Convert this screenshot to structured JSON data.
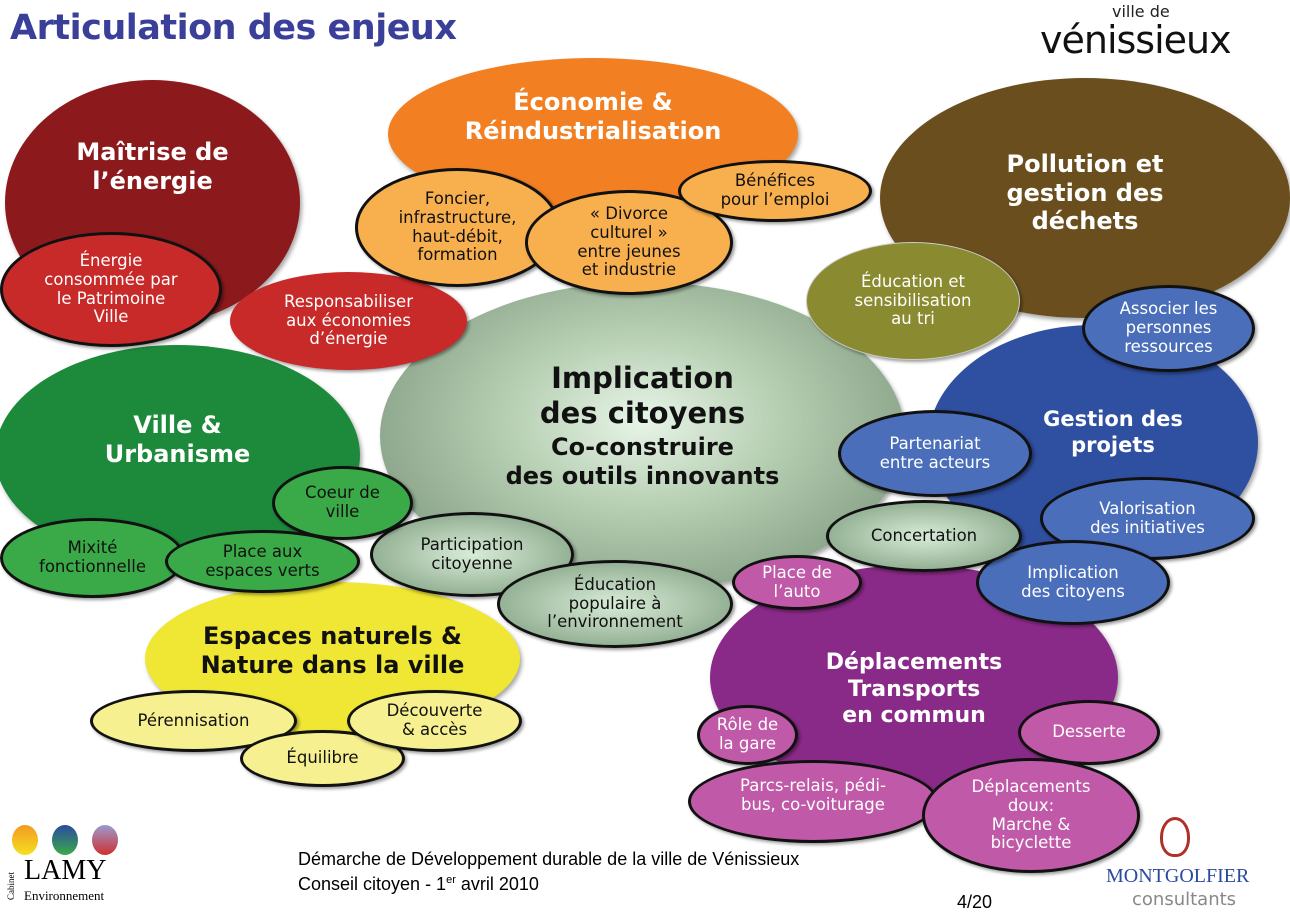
{
  "title": "Articulation des enjeux",
  "logo_top": {
    "small": "ville de",
    "big": "vénissieux"
  },
  "bubbles": {
    "energie": "Maîtrise de\nl’énergie",
    "economie": "Économie &\nRéindustrialisation",
    "pollution": "Pollution et\ngestion des\ndéchets",
    "centre_a": "Implication\ndes citoyens",
    "centre_b": "Co-construire\ndes outils innovants",
    "ville": "Ville &\nUrbanisme",
    "projets": "Gestion des\nprojets",
    "espaces": "Espaces naturels &\nNature dans la ville",
    "deplacements": "Déplacements\nTransports\nen commun"
  },
  "sub": {
    "energie_conso": "Énergie\nconsommée par\nle Patrimoine\nVille",
    "responsabiliser": "Responsabiliser\naux économies\nd’énergie",
    "foncier": "Foncier,\ninfrastructure,\nhaut-débit,\nformation",
    "divorce": "« Divorce\nculturel »\nentre jeunes\net industrie",
    "benefices": "Bénéfices\npour l’emploi",
    "education_tri": "Éducation et\nsensibilisation\nau tri",
    "associer": "Associer les\npersonnes\nressources",
    "partenariat": "Partenariat\nentre acteurs",
    "valorisation": "Valorisation\ndes initiatives",
    "implication_bleu": "Implication\ndes citoyens",
    "concertation": "Concertation",
    "participation": "Participation\ncitoyenne",
    "education_pop": "Éducation\npopulaire à\nl’environnement",
    "coeur": "Coeur de\nville",
    "mixite": "Mixité\nfonctionnelle",
    "espaces_verts": "Place aux\nespaces verts",
    "auto": "Place de\nl’auto",
    "gare": "Rôle de\nla gare",
    "desserte": "Desserte",
    "parcs": "Parcs-relais, pédi-\nbus, co-voiturage",
    "doux": "Déplacements\ndoux:\nMarche &\nbicyclette",
    "perennisation": "Pérennisation",
    "equilibre": "Équilibre",
    "decouverte": "Découverte\n& accès"
  },
  "footer": {
    "line1": "Démarche de Développement durable de la ville de Vénissieux",
    "line2_a": "Conseil citoyen - 1",
    "line2_sup": "er",
    "line2_b": " avril 2010",
    "page": "4/20"
  },
  "logo_lamy": {
    "a": "Cabinet",
    "b": "LAMY",
    "c": "Environnement"
  },
  "logo_montgolfier": {
    "a": "MONTGOLFIER",
    "b": "consultants"
  }
}
